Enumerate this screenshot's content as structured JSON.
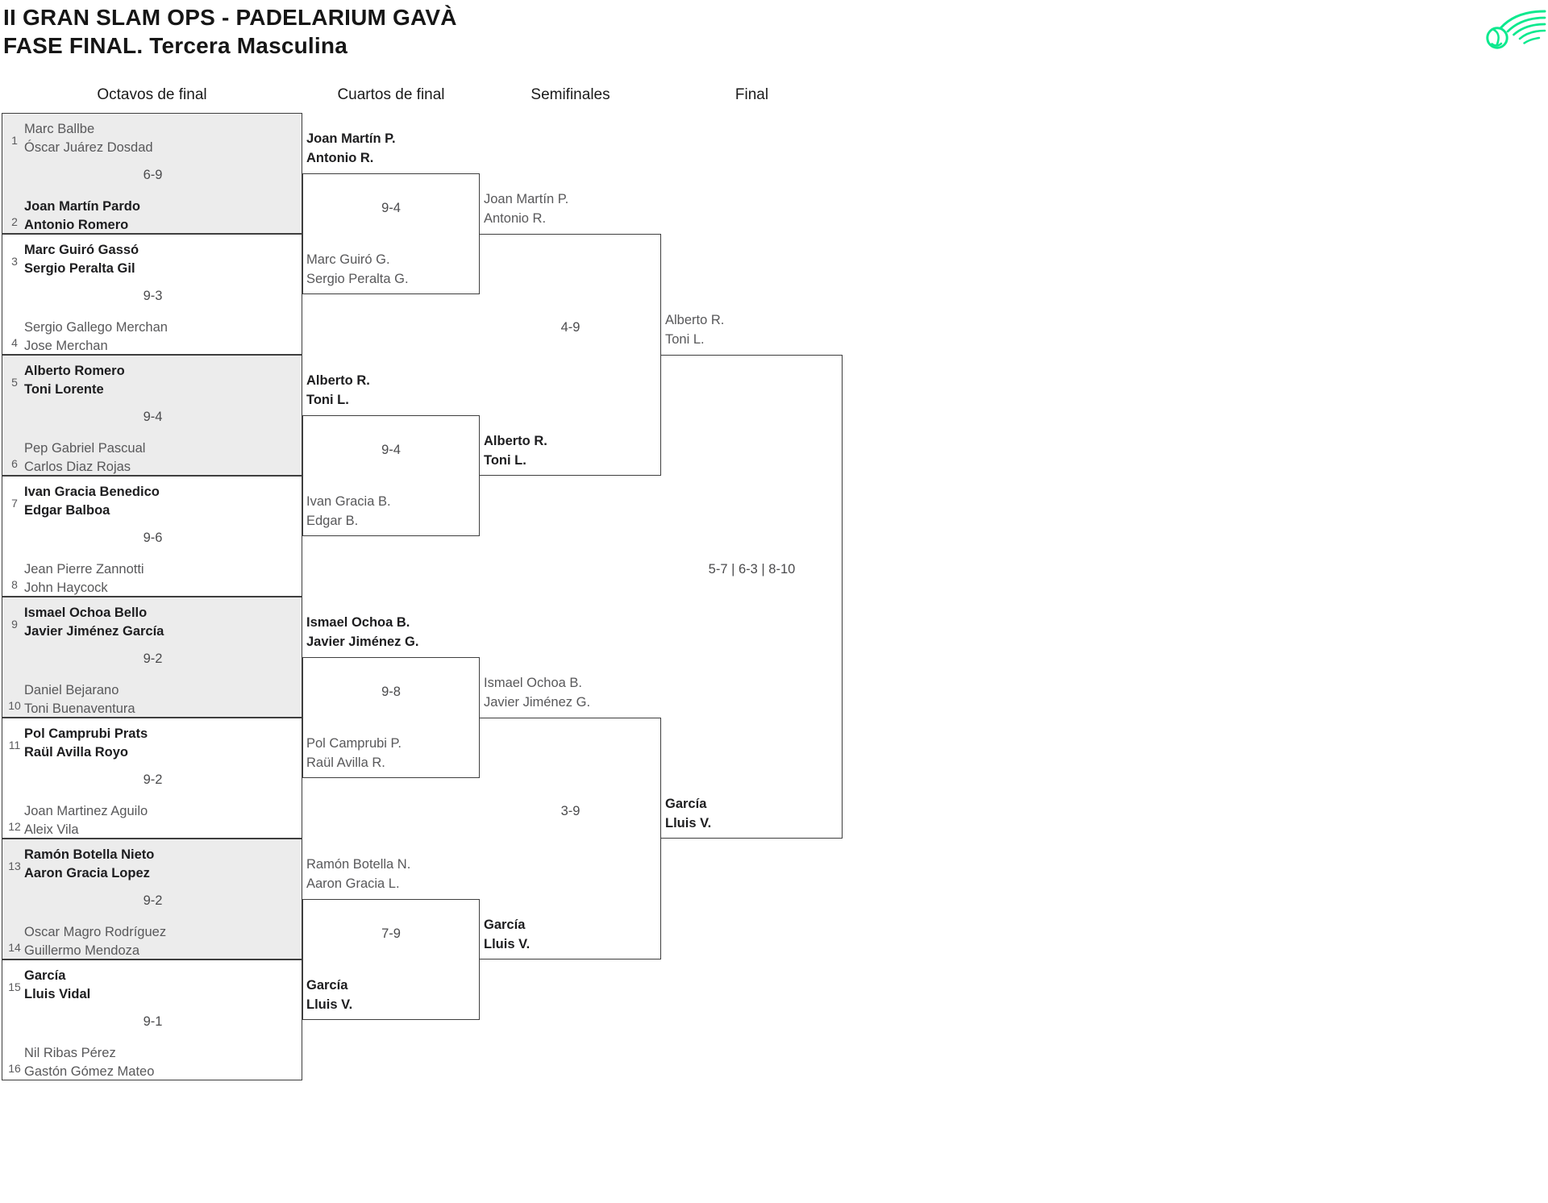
{
  "header": {
    "title_line1": "II GRAN SLAM OPS - PADELARIUM GAVÀ",
    "title_line2": "FASE FINAL. Tercera Masculina"
  },
  "columns": [
    "Octavos de final",
    "Cuartos de final",
    "Semifinales",
    "Final"
  ],
  "colors": {
    "accent_green": "#0CE98E",
    "winner_text": "#1D1D1F",
    "loser_text": "#58585A",
    "shaded_row_bg": "#ECECEC",
    "line": "#3E3E3E"
  },
  "icons": {
    "logo": "padel-ball-comet-icon"
  },
  "rounds": {
    "octavos": [
      {
        "seed1": "1",
        "team1": [
          "Marc Ballbe",
          "Óscar Juárez Dosdad"
        ],
        "winner1": false,
        "score": "6-9",
        "seed2": "2",
        "team2": [
          "Joan Martín Pardo",
          "Antonio Romero"
        ],
        "winner2": true
      },
      {
        "seed1": "3",
        "team1": [
          "Marc Guiró Gassó",
          "Sergio Peralta Gil"
        ],
        "winner1": true,
        "score": "9-3",
        "seed2": "4",
        "team2": [
          "Sergio Gallego Merchan",
          "Jose Merchan"
        ],
        "winner2": false
      },
      {
        "seed1": "5",
        "team1": [
          "Alberto Romero",
          "Toni Lorente"
        ],
        "winner1": true,
        "score": "9-4",
        "seed2": "6",
        "team2": [
          "Pep Gabriel Pascual",
          "Carlos Diaz Rojas"
        ],
        "winner2": false
      },
      {
        "seed1": "7",
        "team1": [
          "Ivan Gracia Benedico",
          "Edgar Balboa"
        ],
        "winner1": true,
        "score": "9-6",
        "seed2": "8",
        "team2": [
          "Jean Pierre Zannotti",
          "John Haycock"
        ],
        "winner2": false
      },
      {
        "seed1": "9",
        "team1": [
          "Ismael Ochoa Bello",
          "Javier Jiménez García"
        ],
        "winner1": true,
        "score": "9-2",
        "seed2": "10",
        "team2": [
          "Daniel Bejarano",
          "Toni Buenaventura"
        ],
        "winner2": false
      },
      {
        "seed1": "11",
        "team1": [
          "Pol Camprubi Prats",
          "Raül Avilla Royo"
        ],
        "winner1": true,
        "score": "9-2",
        "seed2": "12",
        "team2": [
          "Joan Martinez Aguilo",
          "Aleix Vila"
        ],
        "winner2": false
      },
      {
        "seed1": "13",
        "team1": [
          "Ramón Botella Nieto",
          "Aaron Gracia Lopez"
        ],
        "winner1": true,
        "score": "9-2",
        "seed2": "14",
        "team2": [
          "Oscar Magro Rodríguez",
          "Guillermo Mendoza"
        ],
        "winner2": false
      },
      {
        "seed1": "15",
        "team1": [
          "García",
          "Lluis Vidal"
        ],
        "winner1": true,
        "score": "9-1",
        "seed2": "16",
        "team2": [
          "Nil Ribas Pérez",
          "Gastón Gómez Mateo"
        ],
        "winner2": false
      }
    ],
    "cuartos": [
      {
        "team1": [
          "Joan Martín P.",
          "Antonio R."
        ],
        "winner1": true,
        "score": "9-4",
        "team2": [
          "Marc Guiró G.",
          "Sergio Peralta G."
        ],
        "winner2": false
      },
      {
        "team1": [
          "Alberto R.",
          "Toni L."
        ],
        "winner1": true,
        "score": "9-4",
        "team2": [
          "Ivan Gracia B.",
          "Edgar B."
        ],
        "winner2": false
      },
      {
        "team1": [
          "Ismael Ochoa B.",
          "Javier Jiménez G."
        ],
        "winner1": true,
        "score": "9-8",
        "team2": [
          "Pol Camprubi P.",
          "Raül Avilla R."
        ],
        "winner2": false
      },
      {
        "team1": [
          "Ramón Botella N.",
          "Aaron Gracia L."
        ],
        "winner1": false,
        "score": "7-9",
        "team2": [
          "García",
          "Lluis V."
        ],
        "winner2": true
      }
    ],
    "semifinales": [
      {
        "team1": [
          "Joan Martín P.",
          "Antonio R."
        ],
        "winner1": false,
        "score": "4-9",
        "team2": [
          "Alberto R.",
          "Toni L."
        ],
        "winner2": true
      },
      {
        "team1": [
          "Ismael Ochoa B.",
          "Javier Jiménez G."
        ],
        "winner1": false,
        "score": "3-9",
        "team2": [
          "García",
          "Lluis V."
        ],
        "winner2": true
      }
    ],
    "final": {
      "team1": [
        "Alberto R.",
        "Toni L."
      ],
      "winner1": false,
      "score": "5-7 | 6-3 | 8-10",
      "team2": [
        "García",
        "Lluis V."
      ],
      "winner2": true
    }
  }
}
